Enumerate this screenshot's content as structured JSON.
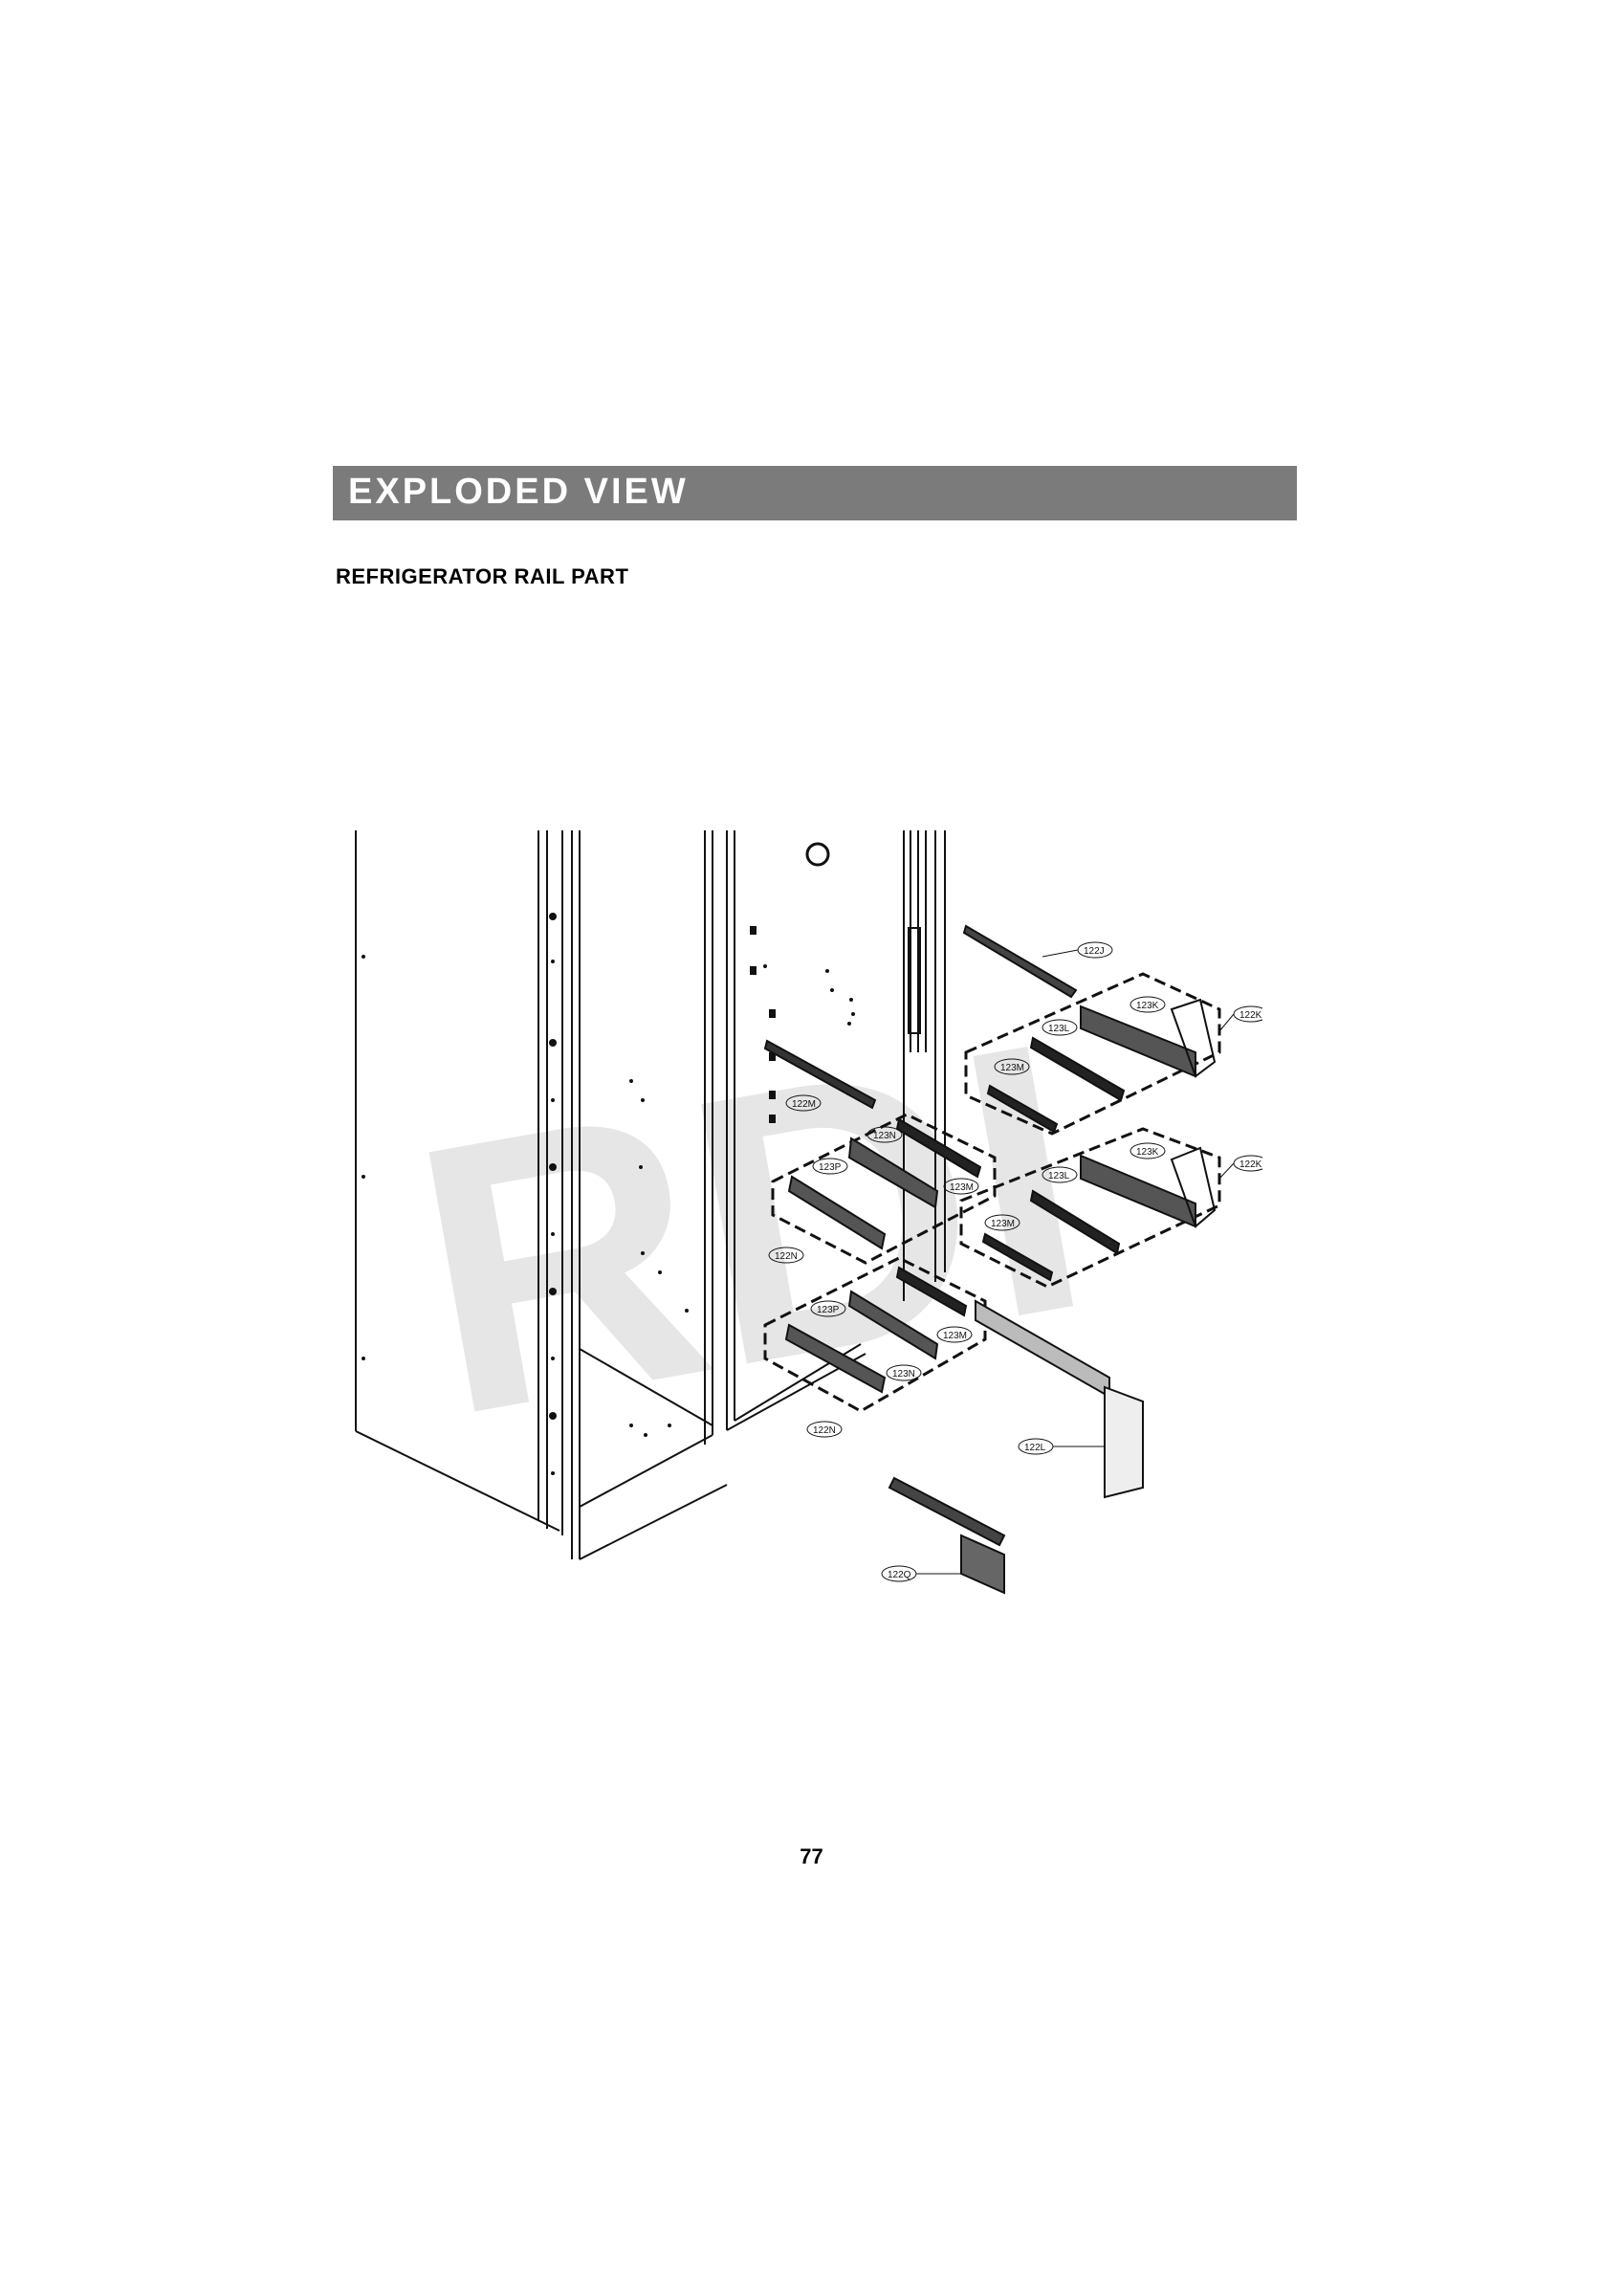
{
  "header": {
    "title": "EXPLODED VIEW"
  },
  "section": {
    "title": "REFRIGERATOR RAIL PART"
  },
  "watermark": "RDI",
  "callouts": {
    "c122J": "122J",
    "c123K_a": "123K",
    "c122K_a": "122K",
    "c123L_a": "123L",
    "c123M_a": "123M",
    "c122M": "122M",
    "c123N_a": "123N",
    "c123P_a": "123P",
    "c123M_b": "123M",
    "c123K_b": "123K",
    "c122K_b": "122K",
    "c123L_b": "123L",
    "c123M_c": "123M",
    "c122N_a": "122N",
    "c123P_b": "123P",
    "c123M_d": "123M",
    "c123N_b": "123N",
    "c122N_b": "122N",
    "c122L": "122L",
    "c122Q": "122Q"
  },
  "footer": {
    "page_number": "77"
  }
}
